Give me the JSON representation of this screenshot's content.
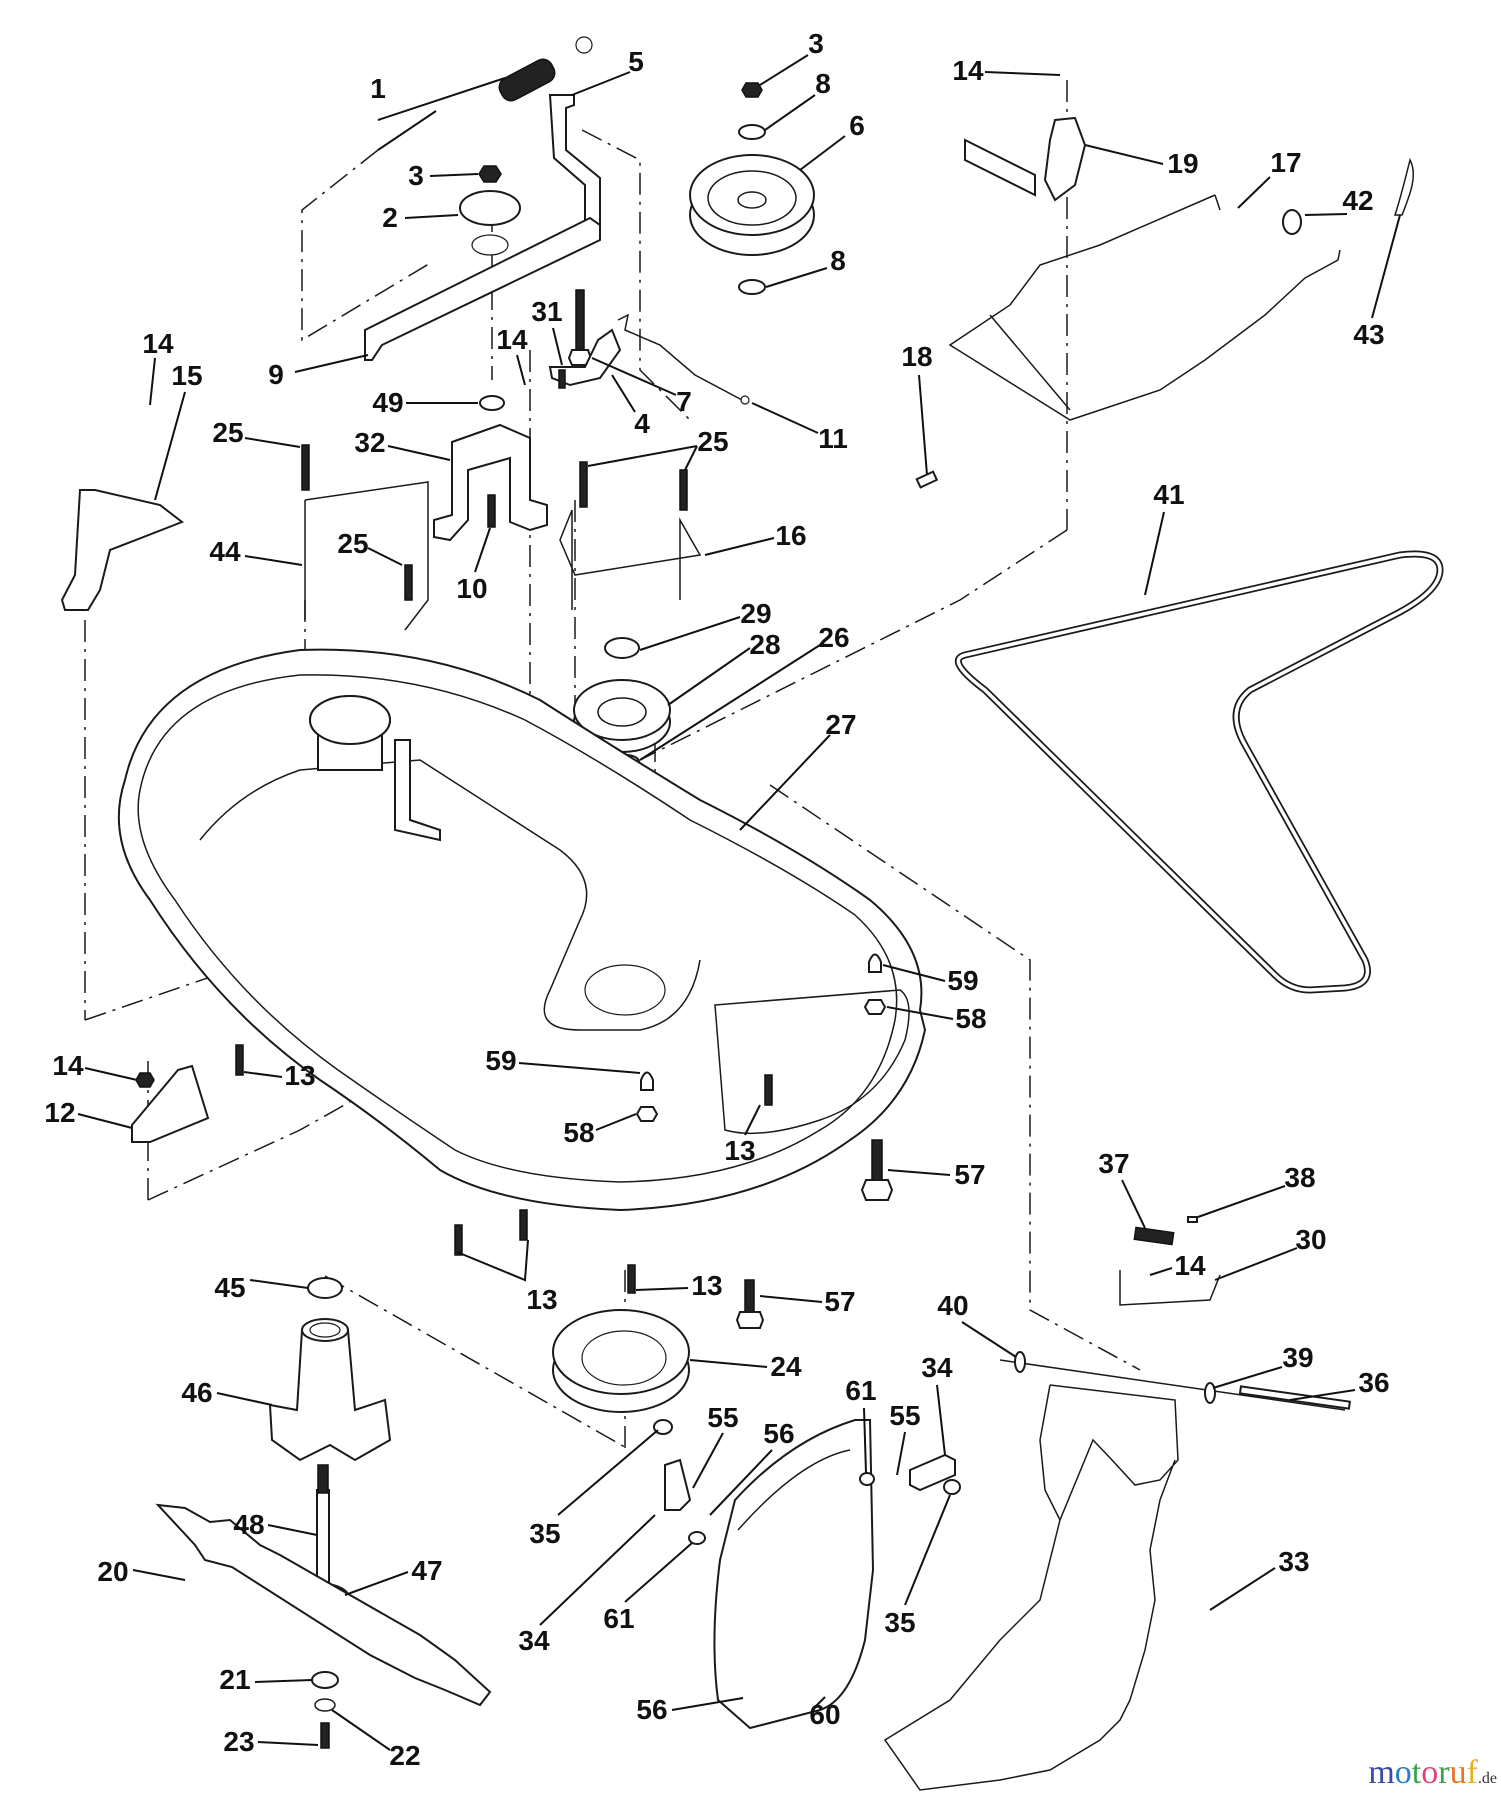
{
  "diagram": {
    "type": "exploded-parts-diagram",
    "subject": "mower deck assembly",
    "callouts": [
      {
        "label": "1",
        "part": "spring"
      },
      {
        "label": "5",
        "part": "lever"
      },
      {
        "label": "3",
        "part": "nut"
      },
      {
        "label": "8",
        "part": "washer"
      },
      {
        "label": "6",
        "part": "idler pulley"
      },
      {
        "label": "14",
        "part": "nut"
      },
      {
        "label": "19",
        "part": "bracket"
      },
      {
        "label": "17",
        "part": "pin end"
      },
      {
        "label": "42",
        "part": "washer"
      },
      {
        "label": "43",
        "part": "hairpin clip"
      },
      {
        "label": "3",
        "part": "nut"
      },
      {
        "label": "2",
        "part": "pulley washer"
      },
      {
        "label": "8",
        "part": "washer"
      },
      {
        "label": "31",
        "part": "bolt"
      },
      {
        "label": "14",
        "part": "nut"
      },
      {
        "label": "14",
        "part": "nut"
      },
      {
        "label": "15",
        "part": "hanger bracket"
      },
      {
        "label": "9",
        "part": "idler arm"
      },
      {
        "label": "7",
        "part": "bolt"
      },
      {
        "label": "4",
        "part": "belt guide"
      },
      {
        "label": "18",
        "part": "pin"
      },
      {
        "label": "11",
        "part": "rod"
      },
      {
        "label": "49",
        "part": "washer"
      },
      {
        "label": "25",
        "part": "bolt"
      },
      {
        "label": "32",
        "part": "bracket"
      },
      {
        "label": "25",
        "part": "bolt"
      },
      {
        "label": "41",
        "part": "belt"
      },
      {
        "label": "44",
        "part": "belt guard"
      },
      {
        "label": "25",
        "part": "bolt"
      },
      {
        "label": "16",
        "part": "belt guard"
      },
      {
        "label": "10",
        "part": "bolt"
      },
      {
        "label": "29",
        "part": "nut"
      },
      {
        "label": "28",
        "part": "pulley"
      },
      {
        "label": "26",
        "part": "washer"
      },
      {
        "label": "27",
        "part": "deck housing"
      },
      {
        "label": "59",
        "part": "cap nut"
      },
      {
        "label": "58",
        "part": "nut"
      },
      {
        "label": "14",
        "part": "nut"
      },
      {
        "label": "13",
        "part": "bolt"
      },
      {
        "label": "59",
        "part": "cap nut"
      },
      {
        "label": "12",
        "part": "bracket"
      },
      {
        "label": "58",
        "part": "nut"
      },
      {
        "label": "13",
        "part": "bolt"
      },
      {
        "label": "57",
        "part": "bolt"
      },
      {
        "label": "37",
        "part": "spring"
      },
      {
        "label": "38",
        "part": "pin"
      },
      {
        "label": "30",
        "part": "bracket"
      },
      {
        "label": "14",
        "part": "nut"
      },
      {
        "label": "13",
        "part": "bolt"
      },
      {
        "label": "13",
        "part": "bolt"
      },
      {
        "label": "57",
        "part": "bolt"
      },
      {
        "label": "45",
        "part": "bearing"
      },
      {
        "label": "40",
        "part": "washer"
      },
      {
        "label": "24",
        "part": "ring"
      },
      {
        "label": "34",
        "part": "spring"
      },
      {
        "label": "39",
        "part": "washer"
      },
      {
        "label": "36",
        "part": "rod"
      },
      {
        "label": "46",
        "part": "spindle housing"
      },
      {
        "label": "61",
        "part": "washer"
      },
      {
        "label": "55",
        "part": "nut"
      },
      {
        "label": "56",
        "part": "screw"
      },
      {
        "label": "55",
        "part": "nut"
      },
      {
        "label": "48",
        "part": "shaft"
      },
      {
        "label": "35",
        "part": "spacer"
      },
      {
        "label": "33",
        "part": "chute"
      },
      {
        "label": "20",
        "part": "blade"
      },
      {
        "label": "47",
        "part": "bearing"
      },
      {
        "label": "34",
        "part": "spring"
      },
      {
        "label": "61",
        "part": "washer"
      },
      {
        "label": "35",
        "part": "spacer"
      },
      {
        "label": "21",
        "part": "washer"
      },
      {
        "label": "56",
        "part": "screw"
      },
      {
        "label": "60",
        "part": "deflector"
      },
      {
        "label": "23",
        "part": "bolt"
      },
      {
        "label": "22",
        "part": "washer"
      }
    ]
  },
  "watermark": {
    "letters": [
      {
        "ch": "m",
        "color": "#3b4aa8"
      },
      {
        "ch": "o",
        "color": "#2a7fc4"
      },
      {
        "ch": "t",
        "color": "#3aa34a"
      },
      {
        "ch": "o",
        "color": "#e0447a"
      },
      {
        "ch": "r",
        "color": "#3aa34a"
      },
      {
        "ch": "u",
        "color": "#e8742a"
      },
      {
        "ch": "f",
        "color": "#e6b21e"
      }
    ],
    "tld": ".de"
  }
}
